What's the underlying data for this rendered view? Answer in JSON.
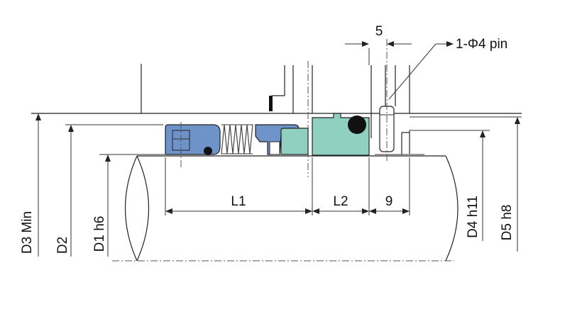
{
  "labels": {
    "d3": "D3 Min",
    "d2": "D2",
    "d1": "D1 h6",
    "l1": "L1",
    "l2": "L2",
    "gap9": "9",
    "gap5": "5",
    "d4": "D4 h11",
    "d5": "D5 h8",
    "pin": "1-Φ4 pin"
  },
  "colors": {
    "rotating_part": "#6d93c9",
    "stationary_seat": "#8fd0c1",
    "line": "#222222"
  }
}
